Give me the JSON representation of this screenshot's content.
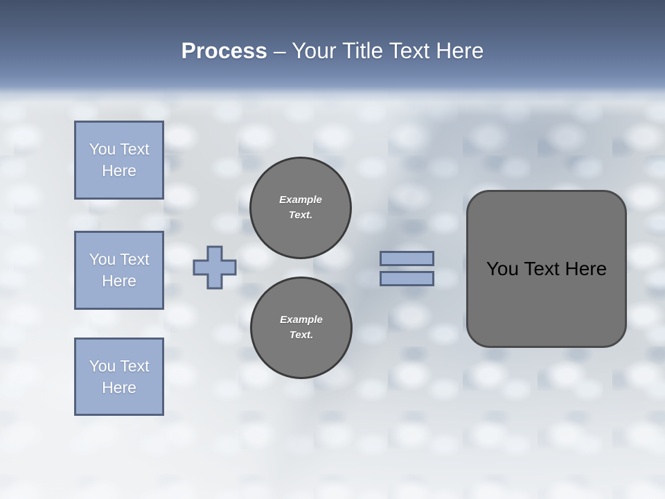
{
  "slide": {
    "title": {
      "bold": "Process",
      "regular": " – Your Title Text Here"
    }
  },
  "inputs": [
    {
      "label": "You Text Here"
    },
    {
      "label": "You Text Here"
    },
    {
      "label": "You Text Here"
    }
  ],
  "examples": [
    {
      "label": "Example Text."
    },
    {
      "label": "Example Text."
    }
  ],
  "result": {
    "label": "You Text Here"
  },
  "operators": {
    "plus": "plus-icon",
    "equals": "equals-icon"
  },
  "colors": {
    "header_gradient_top": "#44516a",
    "header_gradient_bottom": "#7489ad",
    "accent_fill": "#9dafd0",
    "accent_border": "#53617c",
    "circle_fill": "#7b7b7b",
    "circle_border": "#3a3a3a",
    "result_fill": "#757575",
    "result_border": "#4a4a4a",
    "title_text": "#ffffff",
    "box_text": "#ffffff",
    "result_text": "#000000",
    "background_base": "#d8dbde"
  }
}
